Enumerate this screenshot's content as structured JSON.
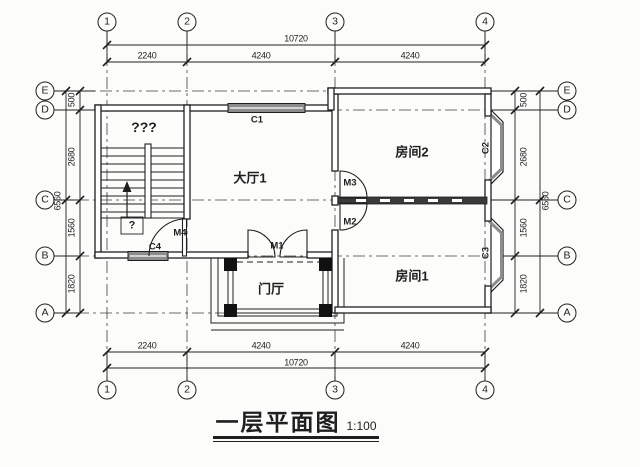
{
  "title": {
    "text": "一层平面图",
    "scale": "1:100"
  },
  "grid": {
    "cols": [
      "1",
      "2",
      "3",
      "4"
    ],
    "rows": [
      "E",
      "D",
      "C",
      "B",
      "A"
    ]
  },
  "dims": {
    "top": {
      "total": "10720",
      "seg1": "2240",
      "seg2": "4240",
      "seg3": "4240"
    },
    "bottom": {
      "total": "10720",
      "seg1": "2240",
      "seg2": "4240",
      "seg3": "4240"
    },
    "left": {
      "total": "6560",
      "seg1": "500",
      "seg2": "2680",
      "seg3": "1560",
      "seg4": "1820"
    },
    "right": {
      "total": "6560",
      "seg1": "500",
      "seg2": "2680",
      "seg3": "1560",
      "seg4": "1820"
    }
  },
  "rooms": {
    "stair": "???",
    "stair_note": "?",
    "hall": "大厅1",
    "room2": "房间2",
    "room1": "房间1",
    "porch": "门厅"
  },
  "openings": {
    "c1": "C1",
    "c2": "C2",
    "c3": "C3",
    "c4": "C4",
    "m1": "M1",
    "m2": "M2",
    "m3": "M3",
    "m4": "M4"
  },
  "colors": {
    "line": "#1f1f1f",
    "window_fill": "#8c8c8c",
    "wall_hatch_fill": "#3a3a3a",
    "background": "#fcfcfb"
  }
}
